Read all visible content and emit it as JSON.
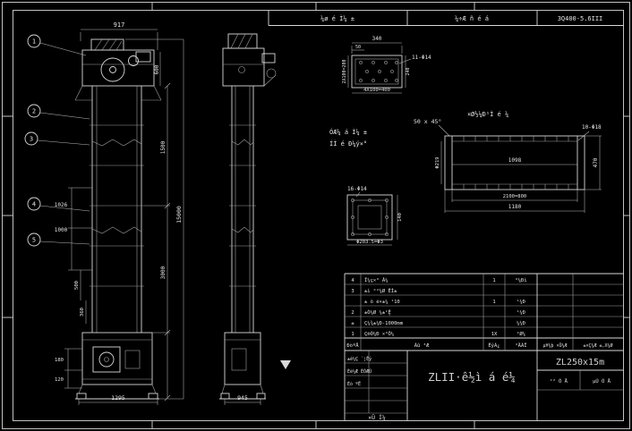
{
  "frame": {
    "header_cells": {
      "c1": "¼ø é Ì¼ ±",
      "c2": "¼÷Æ ñ é á",
      "c3": "3Q400-5.6III"
    }
  },
  "front_view": {
    "balloon_1": "1",
    "balloon_2": "2",
    "balloon_3": "3",
    "balloon_4": "4",
    "balloon_5": "5",
    "dim_top_width": "917",
    "dim_head": "600",
    "dim_total_height": "15000",
    "dim_upper_height": "1500",
    "dim_mid_height": "3000",
    "dim_left_a": "1026",
    "dim_left_b": "1000",
    "dim_left_c": "500",
    "dim_left_d": "360",
    "dim_boot_a": "180",
    "dim_boot_b": "120",
    "dim_bottom": "1295"
  },
  "side_view": {
    "dim_bottom": "945"
  },
  "plate_detail": {
    "dim_width": "340",
    "dim_offset": "50",
    "label_holes": "11-Φ14",
    "dim_left": "2X100=200",
    "dim_right": "240",
    "dim_bottom": "4X100=400"
  },
  "flange_detail": {
    "label_holes": "16-Φ14",
    "dim_bottom": "Φ203.5=Φ3",
    "dim_right": "140"
  },
  "casing_detail": {
    "caption": "¤Ø½¼Ð¹Ì é ¼",
    "label_chamfer": "50 x 45°",
    "label_holes": "10-Φ18",
    "dim_inner": "1098",
    "dim_mid": "2100=800",
    "dim_outer": "1180",
    "dim_right": "470",
    "dim_left": "Φ219"
  },
  "notes": {
    "line1": "ÓÆ¼ á Ì¼ ±",
    "line2": "ÍÌ é Ð¼ý×°"
  },
  "bom": {
    "header": {
      "no": "ÐòºÅ",
      "name": "Ãû ³Æ",
      "qty": "ÊýÁ¿",
      "mat": "²ÄÁÏ",
      "unit": "µ¥¼þ ×Ü¼Æ",
      "note": "±×Ç¼Æ ±,X¼Ø"
    },
    "rows": [
      {
        "no": "4",
        "name": "Ï¼ç×° Â¼",
        "qty": "1",
        "mat": "°¼Ðì"
      },
      {
        "no": "3",
        "name": "±ì °²¼Ø ÊÌ±",
        "qty": "",
        "mat": ""
      },
      {
        "no": "",
        "name": "± ô é×±¼ ¹10",
        "qty": "1",
        "mat": "¹¼Ð"
      },
      {
        "no": "2",
        "name": "±Ò¼Ø ¼±¹Ê̼",
        "qty": "",
        "mat": "¹¼Ð"
      },
      {
        "no": "±",
        "name": "Ç¼¾±¼Ð-1000mm",
        "qty": "",
        "mat": "¼¼Ð"
      },
      {
        "no": "1",
        "name": "Ç®Õ¼Ð ×°Ô¼",
        "qty": "1X",
        "mat": "²Ø¼"
      }
    ]
  },
  "title_block": {
    "title": "ZLII·ê½ì á é¼",
    "model": "ZL250x15m",
    "sheet_left": "¹² Õ Å",
    "sheet_right": "µÚ Õ Å",
    "sig_row0": "±ê¼Ç ´¦Êý",
    "sig_row1": "Éè¼Æ ÈÕÆÚ",
    "sig_row2": "Éó ºË",
    "bottom_label": "×Ü Í¼"
  }
}
